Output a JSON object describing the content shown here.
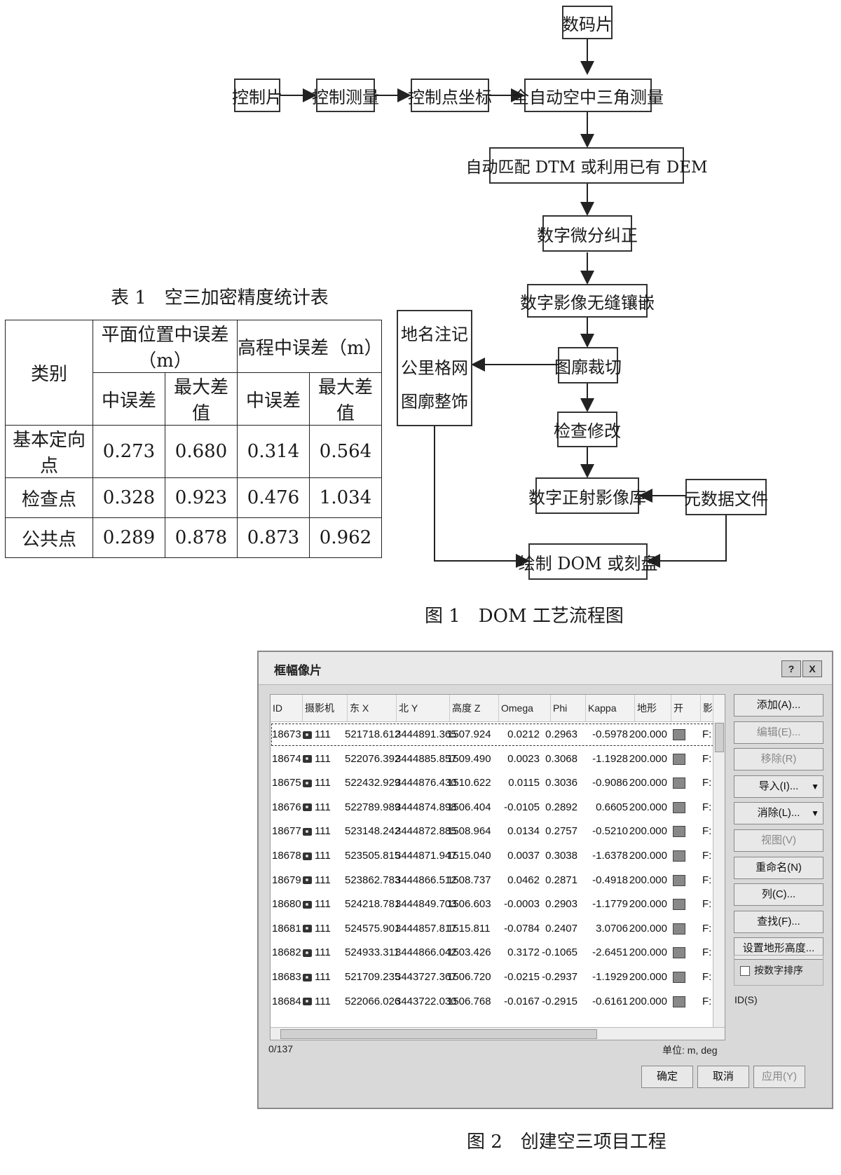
{
  "flowchart": {
    "digital_photo": "数码片",
    "control_photo": "控制片",
    "control_survey": "控制测量",
    "control_coords": "控制点坐标",
    "aerial_triangulation": "全自动空中三角测量",
    "dtm_match": "自动匹配 DTM 或利用已有 DEM",
    "ortho_rectify": "数字微分纠正",
    "mosaic": "数字影像无缝镶嵌",
    "sheet_cut": "图廓裁切",
    "annotation": [
      "地名注记",
      "公里格网",
      "图廓整饰"
    ],
    "check_edit": "检查修改",
    "dom_library": "数字正射影像库",
    "metadata": "元数据文件",
    "output": "绘制 DOM 或刻盘",
    "caption": "图 1　DOM 工艺流程图"
  },
  "table1": {
    "caption": "表 1　空三加密精度统计表",
    "header_category": "类别",
    "header_plane": "平面位置中误差（m）",
    "header_height": "高程中误差（m）",
    "sub_rms": "中误差",
    "sub_max": "最大差值",
    "rows": [
      {
        "name": "基本定向点",
        "p_rms": "0.273",
        "p_max": "0.680",
        "h_rms": "0.314",
        "h_max": "0.564"
      },
      {
        "name": "检查点",
        "p_rms": "0.328",
        "p_max": "0.923",
        "h_rms": "0.476",
        "h_max": "1.034"
      },
      {
        "name": "公共点",
        "p_rms": "0.289",
        "p_max": "0.878",
        "h_rms": "0.873",
        "h_max": "0.962"
      }
    ]
  },
  "dialog": {
    "title": "框幅像片",
    "help_btn": "?",
    "close_btn": "X",
    "columns": [
      "ID",
      "摄影机",
      "东 X",
      "北 Y",
      "高度 Z",
      "Omega",
      "Phi",
      "Kappa",
      "地形",
      "开",
      "影"
    ],
    "rows": [
      {
        "id": "18673",
        "cam": "111",
        "x": "521718.612",
        "y": "3444891.365",
        "z": "1507.924",
        "omega": "0.0212",
        "phi": "0.2963",
        "kappa": "-0.5978",
        "terrain": "200.000",
        "f": "F:"
      },
      {
        "id": "18674",
        "cam": "111",
        "x": "522076.392",
        "y": "3444885.857",
        "z": "1509.490",
        "omega": "0.0023",
        "phi": "0.3068",
        "kappa": "-1.1928",
        "terrain": "200.000",
        "f": "F:"
      },
      {
        "id": "18675",
        "cam": "111",
        "x": "522432.929",
        "y": "3444876.430",
        "z": "1510.622",
        "omega": "0.0115",
        "phi": "0.3036",
        "kappa": "-0.9086",
        "terrain": "200.000",
        "f": "F:"
      },
      {
        "id": "18676",
        "cam": "111",
        "x": "522789.989",
        "y": "3444874.898",
        "z": "1506.404",
        "omega": "-0.0105",
        "phi": "0.2892",
        "kappa": "0.6605",
        "terrain": "200.000",
        "f": "F:"
      },
      {
        "id": "18677",
        "cam": "111",
        "x": "523148.242",
        "y": "3444872.885",
        "z": "1508.964",
        "omega": "0.0134",
        "phi": "0.2757",
        "kappa": "-0.5210",
        "terrain": "200.000",
        "f": "F:"
      },
      {
        "id": "18678",
        "cam": "111",
        "x": "523505.815",
        "y": "3444871.947",
        "z": "1515.040",
        "omega": "0.0037",
        "phi": "0.3038",
        "kappa": "-1.6378",
        "terrain": "200.000",
        "f": "F:"
      },
      {
        "id": "18679",
        "cam": "111",
        "x": "523862.783",
        "y": "3444866.512",
        "z": "1508.737",
        "omega": "0.0462",
        "phi": "0.2871",
        "kappa": "-0.4918",
        "terrain": "200.000",
        "f": "F:"
      },
      {
        "id": "18680",
        "cam": "111",
        "x": "524218.781",
        "y": "3444849.703",
        "z": "1506.603",
        "omega": "-0.0003",
        "phi": "0.2903",
        "kappa": "-1.1779",
        "terrain": "200.000",
        "f": "F:"
      },
      {
        "id": "18681",
        "cam": "111",
        "x": "524575.901",
        "y": "3444857.817",
        "z": "1515.811",
        "omega": "-0.0784",
        "phi": "0.2407",
        "kappa": "3.0706",
        "terrain": "200.000",
        "f": "F:"
      },
      {
        "id": "18682",
        "cam": "111",
        "x": "524933.311",
        "y": "3444866.042",
        "z": "1503.426",
        "omega": "0.3172",
        "phi": "-0.1065",
        "kappa": "-2.6451",
        "terrain": "200.000",
        "f": "F:"
      },
      {
        "id": "18683",
        "cam": "111",
        "x": "521709.235",
        "y": "3443727.367",
        "z": "1506.720",
        "omega": "-0.0215",
        "phi": "-0.2937",
        "kappa": "-1.1929",
        "terrain": "200.000",
        "f": "F:"
      },
      {
        "id": "18684",
        "cam": "111",
        "x": "522066.026",
        "y": "3443722.030",
        "z": "1506.768",
        "omega": "-0.0167",
        "phi": "-0.2915",
        "kappa": "-0.6161",
        "terrain": "200.000",
        "f": "F:"
      }
    ],
    "side_buttons": [
      {
        "label": "添加(A)...",
        "enabled": true,
        "dropdown": false
      },
      {
        "label": "编辑(E)...",
        "enabled": false,
        "dropdown": false
      },
      {
        "label": "移除(R)",
        "enabled": false,
        "dropdown": false
      },
      {
        "label": "导入(I)...",
        "enabled": true,
        "dropdown": true
      },
      {
        "label": "消除(L)...",
        "enabled": true,
        "dropdown": true
      },
      {
        "label": "视图(V)",
        "enabled": false,
        "dropdown": false
      },
      {
        "label": "重命名(N)",
        "enabled": true,
        "dropdown": false
      },
      {
        "label": "列(C)...",
        "enabled": true,
        "dropdown": false
      },
      {
        "label": "查找(F)...",
        "enabled": true,
        "dropdown": false
      },
      {
        "label": "设置地形高度...",
        "enabled": true,
        "dropdown": false
      }
    ],
    "sort_checkbox": "按数字排序ID(S)",
    "status_count": "0/137",
    "units": "单位: m, deg",
    "ok": "确定",
    "cancel": "取消",
    "apply": "应用(Y)",
    "caption": "图 2　创建空三项目工程"
  }
}
